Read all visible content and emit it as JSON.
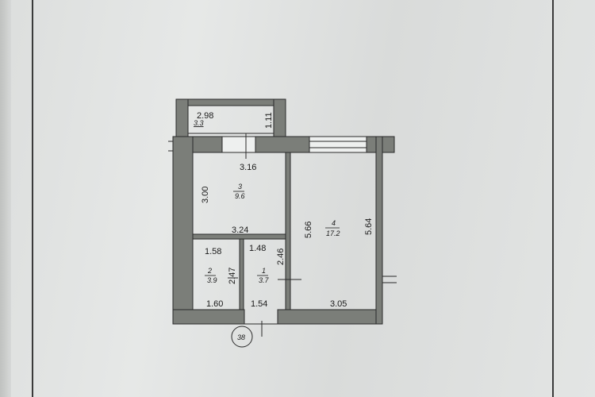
{
  "rooms": [
    {
      "num": "1",
      "area": "3.7"
    },
    {
      "num": "2",
      "area": "3.9"
    },
    {
      "num": "3",
      "area": "9.6"
    },
    {
      "num": "4",
      "area": "17.2"
    }
  ],
  "balcony_area": "3.3",
  "dimensions": {
    "balcony_width": "2.98",
    "balcony_depth": "1.11",
    "room3_top": "3.16",
    "room3_height": "3.00",
    "room3_bottom": "3.24",
    "room4_left": "5.66",
    "room4_right": "5.64",
    "room4_bottom": "3.05",
    "room2_top": "1.58",
    "room2_height": "2.47",
    "room2_bottom": "1.60",
    "room1_top": "1.48",
    "room1_height": "2.46",
    "room1_bottom": "1.54"
  },
  "marker": "38"
}
